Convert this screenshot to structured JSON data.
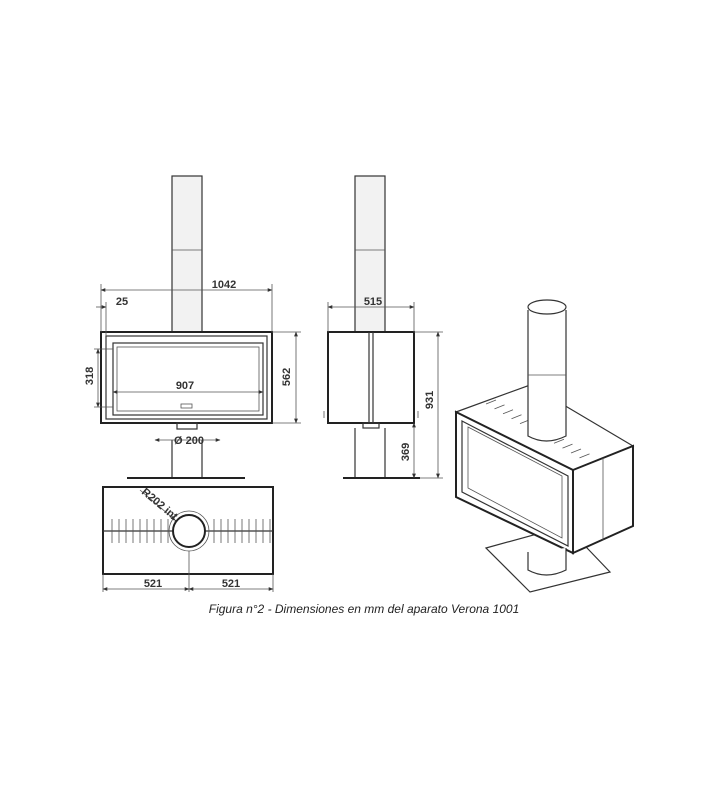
{
  "caption": "Figura n°2 - Dimensiones en mm del aparato Verona 1001",
  "dimensions": {
    "overall_width": "1042",
    "frame_offset": "25",
    "glass_width": "907",
    "glass_height": "318",
    "body_height": "562",
    "flue_diameter": "Ø 200",
    "side_depth": "515",
    "total_height": "931",
    "pedestal_height": "369",
    "swivel_radius": "R202 int.",
    "base_left": "521",
    "base_right": "521"
  }
}
